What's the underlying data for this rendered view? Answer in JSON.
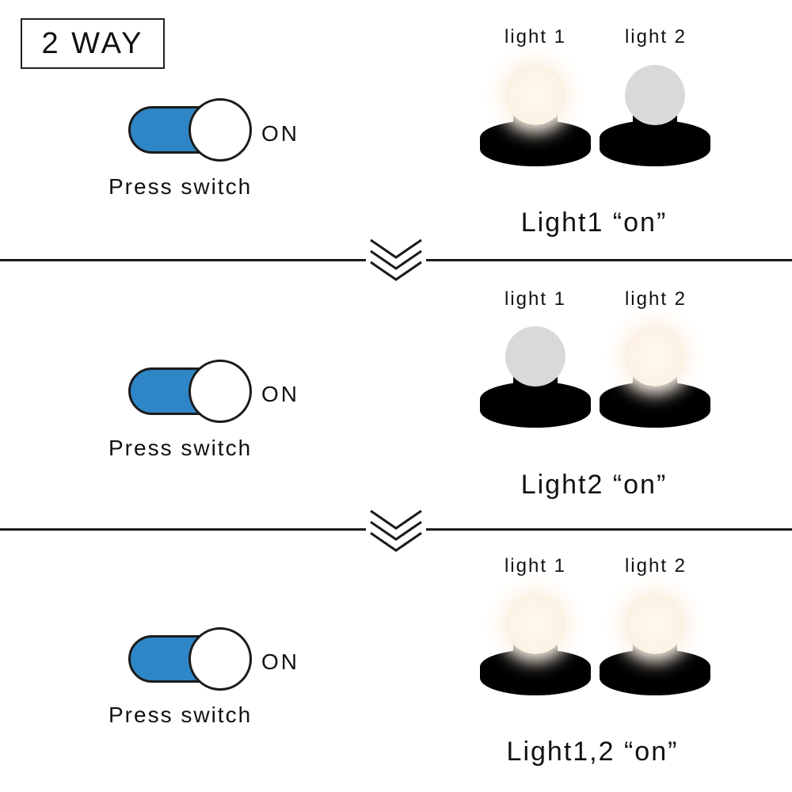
{
  "title": "2 WAY",
  "toggle": {
    "state_text": "ON",
    "caption": "Press switch",
    "track_color": "#2f86c6"
  },
  "lamp_labels": [
    "light 1",
    "light 2"
  ],
  "steps": [
    {
      "lights_on": [
        true,
        false
      ],
      "state_label": "Light1 “on”"
    },
    {
      "lights_on": [
        false,
        true
      ],
      "state_label": "Light2 “on”"
    },
    {
      "lights_on": [
        true,
        true
      ],
      "state_label": "Light1,2 “on”"
    }
  ],
  "colors": {
    "bulb_off": "#d9d9d9",
    "bulb_on": "#fdf3e6",
    "lamp_body": "#000000"
  },
  "icons": {
    "step_arrow": "double-chevron-down-icon"
  }
}
